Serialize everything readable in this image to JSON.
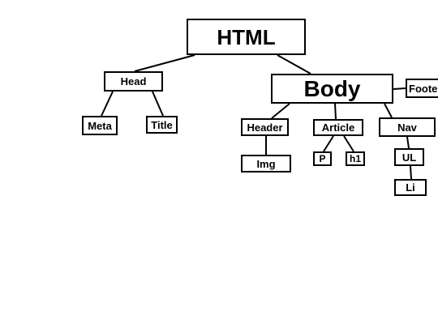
{
  "nodes": {
    "html": "HTML",
    "head": "Head",
    "meta": "Meta",
    "title": "Title",
    "body": "Body",
    "footer": "Footer",
    "header": "Header",
    "article": "Article",
    "nav": "Nav",
    "img": "Img",
    "p": "P",
    "h1": "h1",
    "ul": "UL",
    "li": "Li"
  },
  "edges": [
    [
      "html",
      "head"
    ],
    [
      "html",
      "body"
    ],
    [
      "head",
      "meta"
    ],
    [
      "head",
      "title"
    ],
    [
      "body",
      "header"
    ],
    [
      "body",
      "article"
    ],
    [
      "body",
      "nav"
    ],
    [
      "body",
      "footer"
    ],
    [
      "header",
      "img"
    ],
    [
      "article",
      "p"
    ],
    [
      "article",
      "h1"
    ],
    [
      "nav",
      "ul"
    ],
    [
      "ul",
      "li"
    ]
  ]
}
